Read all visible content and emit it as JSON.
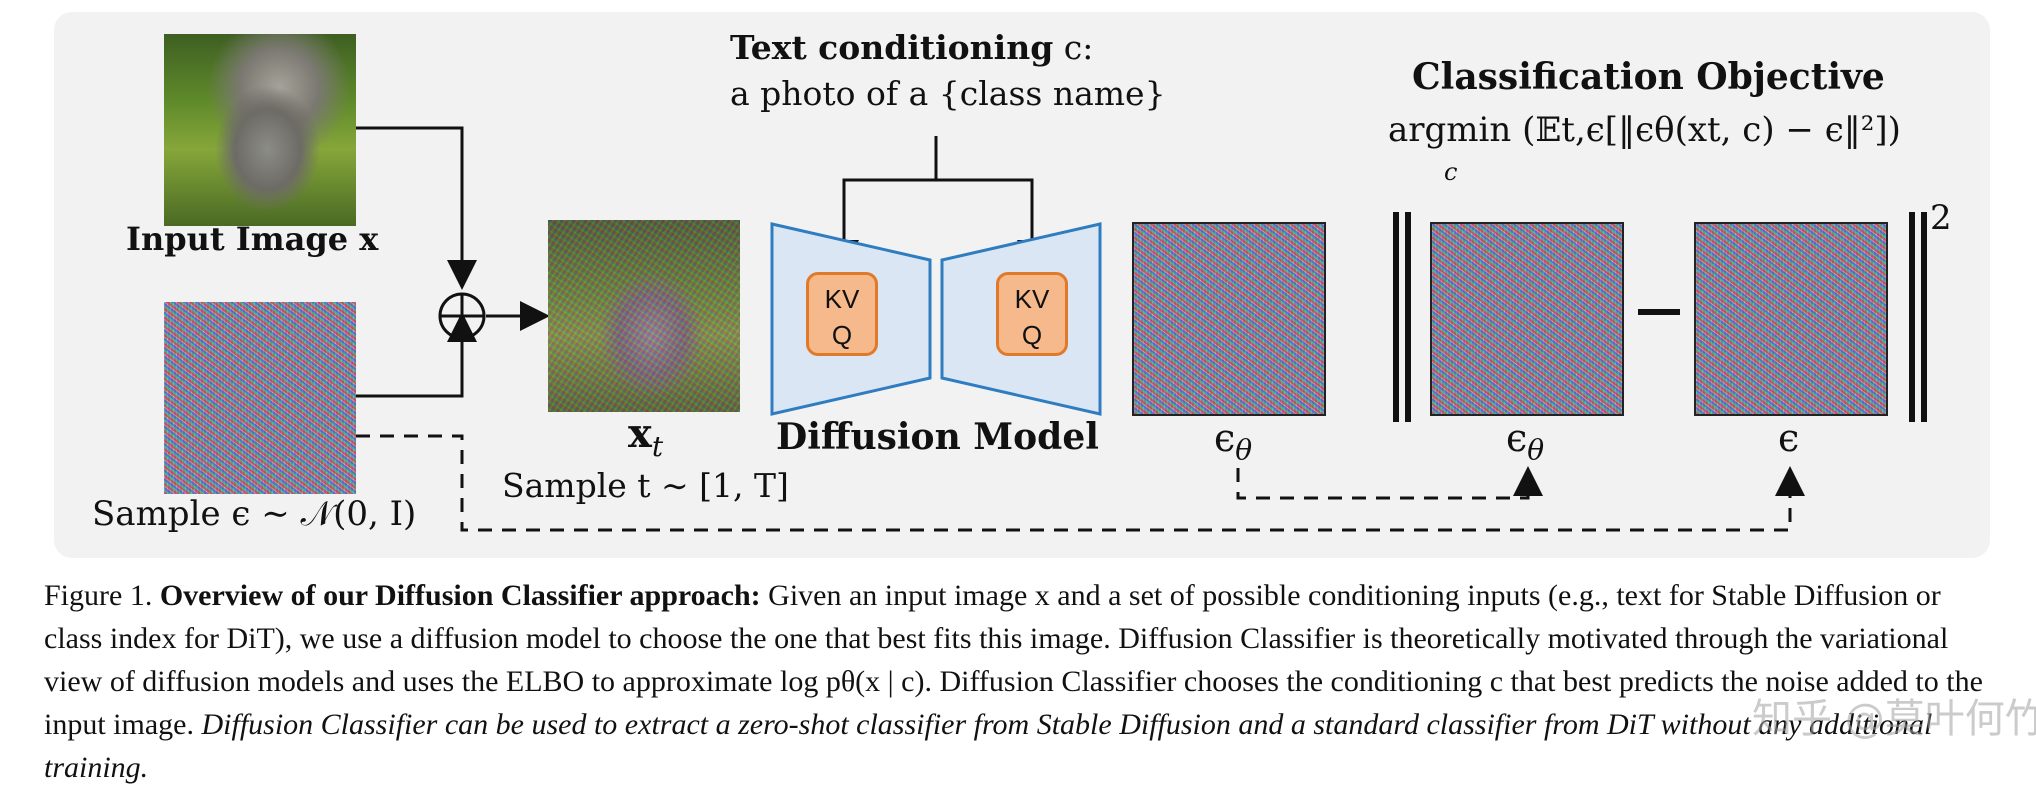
{
  "figure": {
    "input_image_label": "Input Image x",
    "noise_label": "Sample ϵ ∼ 𝒩(0, I)",
    "xt_label": "x",
    "xt_subscript": "t",
    "timestep_label": "Sample t ∼ [1, T]",
    "text_conditioning_title": "Text conditioning",
    "text_conditioning_var": "c:",
    "text_conditioning_prompt": "a photo of a {class name}",
    "attention_block_kv": "KV",
    "attention_block_q": "Q",
    "model_label": "Diffusion Model",
    "eps_theta_label": "ϵ",
    "eps_theta_sub": "θ",
    "eps_label": "ϵ",
    "objective_title": "Classification Objective",
    "objective_formula": "argmin (𝔼t,ϵ[‖ϵθ(xt, c) − ϵ‖²])",
    "objective_argmin_sub": "c",
    "norm_exponent": "2",
    "minus_sign": "−",
    "colors": {
      "panel_bg": "#f2f2f2",
      "model_fill": "#dbe6f4",
      "model_stroke": "#2f7cc0",
      "attn_fill": "#f5b98c",
      "attn_stroke": "#e07a2a"
    }
  },
  "caption": {
    "prefix": "Figure 1.",
    "bold_title": "Overview of our Diffusion Classifier approach:",
    "body_1": "Given an input image x and a set of possible conditioning inputs (e.g., text for Stable Diffusion or class index for DiT), we use a diffusion model to choose the one that best fits this image. Diffusion Classifier is theoretically motivated through the variational view of diffusion models and uses the ELBO to approximate log pθ(x | c). Diffusion Classifier chooses the conditioning c that best predicts the noise added to the input image.",
    "italic_end": "Diffusion Classifier can be used to extract a zero-shot classifier from Stable Diffusion and a standard classifier from DiT without any additional training."
  },
  "watermark": "知乎 @莫叶何竹"
}
